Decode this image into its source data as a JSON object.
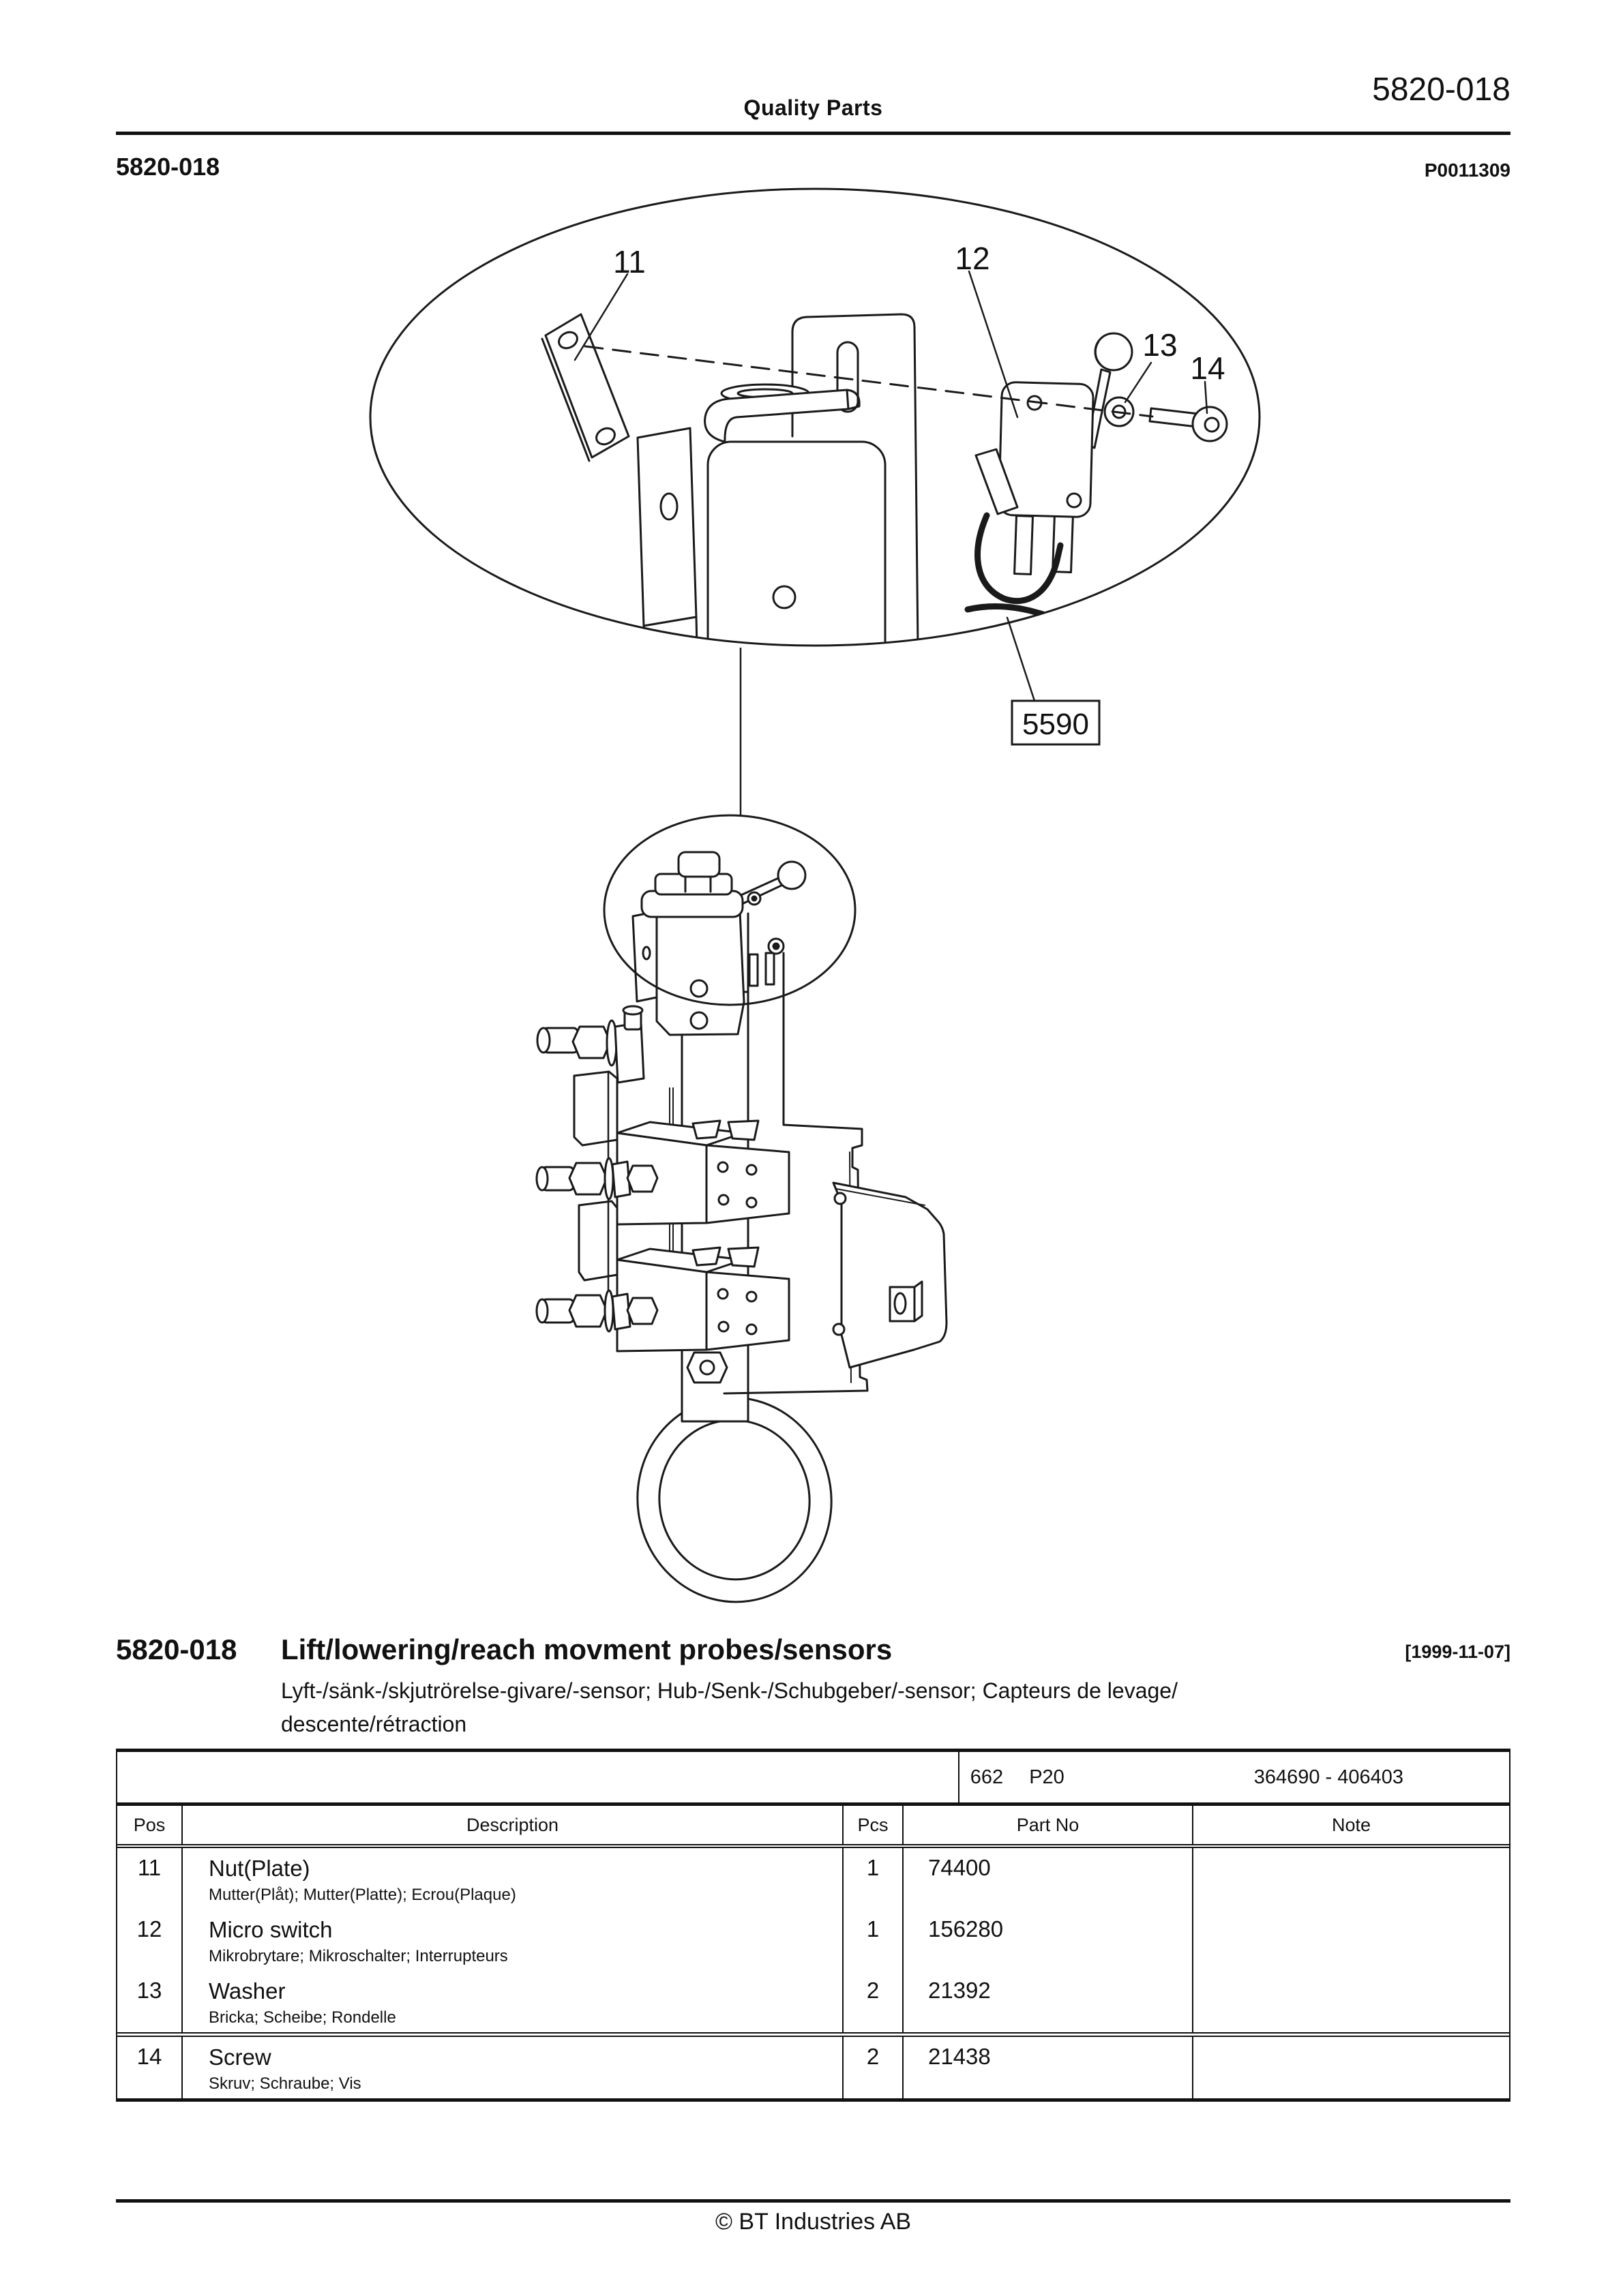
{
  "header": {
    "center_title": "Quality Parts",
    "page_code": "5820-018",
    "section_code": "5820-018",
    "doc_number": "P0011309"
  },
  "diagram": {
    "callouts": [
      {
        "label": "11"
      },
      {
        "label": "12"
      },
      {
        "label": "13"
      },
      {
        "label": "14"
      }
    ],
    "ref_box_label": "5590"
  },
  "section": {
    "code": "5820-018",
    "title": "Lift/lowering/reach movment probes/sensors",
    "date": "[1999-11-07]",
    "subtitle_line1": "Lyft-/sänk-/skjutrörelse-givare/-sensor; Hub-/Senk-/Schubgeber/-sensor; Capteurs de levage/",
    "subtitle_line2": "descente/rétraction"
  },
  "table": {
    "meta": {
      "model_code": "662",
      "model_type": "P20",
      "serial_range": "364690 - 406403"
    },
    "headers": {
      "pos": "Pos",
      "description": "Description",
      "pcs": "Pcs",
      "part_no": "Part No",
      "note": "Note"
    },
    "rows": [
      {
        "pos": "11",
        "description": "Nut(Plate)",
        "description_alt": "Mutter(Plåt); Mutter(Platte); Ecrou(Plaque)",
        "pcs": "1",
        "part_no": "74400",
        "note": ""
      },
      {
        "pos": "12",
        "description": "Micro switch",
        "description_alt": "Mikrobrytare; Mikroschalter; Interrupteurs",
        "pcs": "1",
        "part_no": "156280",
        "note": ""
      },
      {
        "pos": "13",
        "description": "Washer",
        "description_alt": "Bricka; Scheibe; Rondelle",
        "pcs": "2",
        "part_no": "21392",
        "note": ""
      },
      {
        "pos": "14",
        "description": "Screw",
        "description_alt": "Skruv; Schraube; Vis",
        "pcs": "2",
        "part_no": "21438",
        "note": ""
      }
    ]
  },
  "footer": {
    "copyright": "© BT Industries AB"
  }
}
